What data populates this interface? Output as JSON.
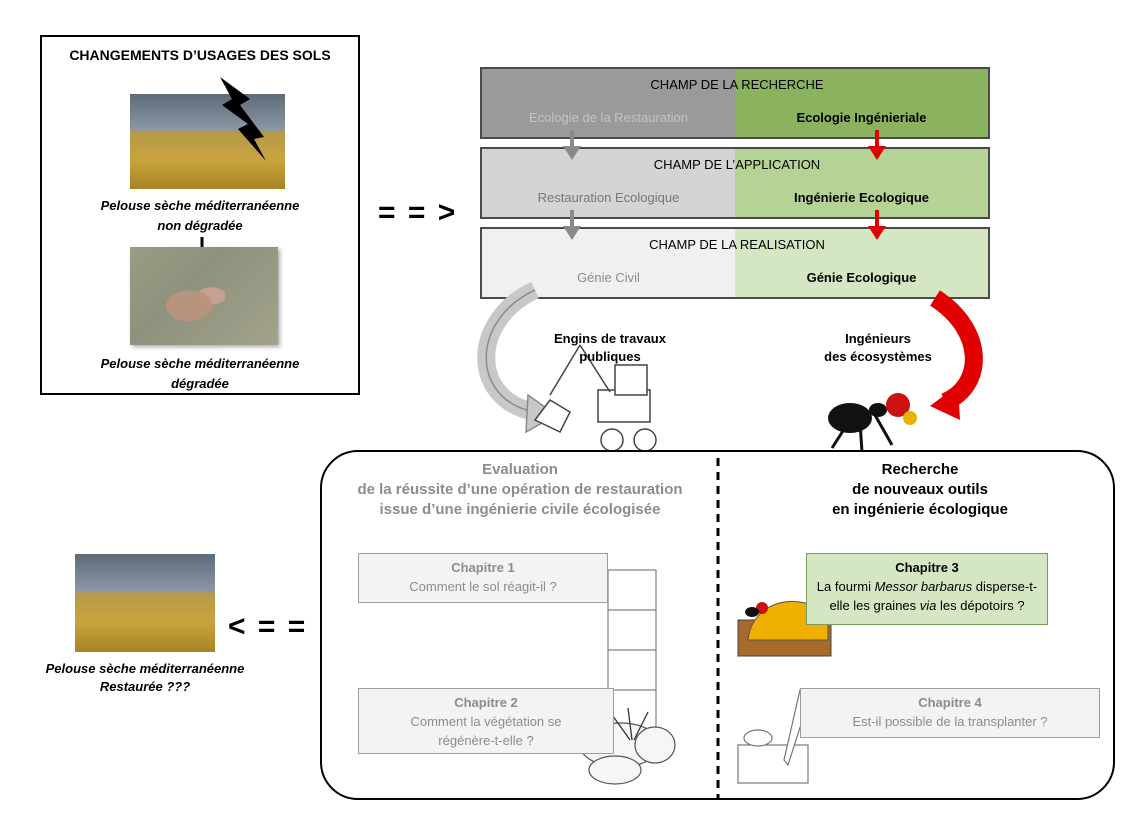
{
  "left_box": {
    "title": "CHANGEMENTS D’USAGES DES SOLS",
    "caption_top_1": "Pelouse sèche méditerranéenne",
    "caption_top_2": "non dégradée",
    "caption_bottom_1": "Pelouse sèche méditerranéenne",
    "caption_bottom_2": "dégradée"
  },
  "arrows": {
    "right": "= = >",
    "left": "< = ="
  },
  "fields": [
    {
      "head": "CHAMP DE LA RECHERCHE",
      "left": "Ecologie de la Restauration",
      "right": "Ecologie Ingénieriale"
    },
    {
      "head": "CHAMP DE L’APPLICATION",
      "left": "Restauration Ecologique",
      "right": "Ingénierie Ecologique"
    },
    {
      "head": "CHAMP DE LA REALISATION",
      "left": "Génie Civil",
      "right": "Génie Ecologique"
    }
  ],
  "labels": {
    "engins_1": "Engins de travaux",
    "engins_2": "publiques",
    "ingenieurs_1": "Ingénieurs",
    "ingenieurs_2": "des écosystèmes"
  },
  "evaluation": {
    "line1": "Evaluation",
    "line2": "de la réussite d’une opération de restauration",
    "line3": "issue d’une ingénierie civile écologisée"
  },
  "recherche": {
    "line1": "Recherche",
    "line2": "de nouveaux outils",
    "line3": "en ingénierie écologique"
  },
  "chapters": [
    {
      "title": "Chapitre 1",
      "text1": "Comment le sol réagit-il ?",
      "text2": ""
    },
    {
      "title": "Chapitre 2",
      "text1": "Comment la végétation se",
      "text2": "régénère-t-elle ?"
    },
    {
      "title": "Chapitre 3",
      "text1": "La fourmi ",
      "italic1": "Messor barbarus",
      "text1b": " disperse-t-",
      "text2a": "elle les graines ",
      "italic2": "via",
      "text2b": " les dépotoirs ?"
    },
    {
      "title": "Chapitre 4",
      "text1": "Est-il possible de la transplanter ?",
      "text2": ""
    }
  ],
  "restored": {
    "caption_1": "Pelouse sèche méditerranéenne",
    "caption_2": "Restaurée ???"
  }
}
